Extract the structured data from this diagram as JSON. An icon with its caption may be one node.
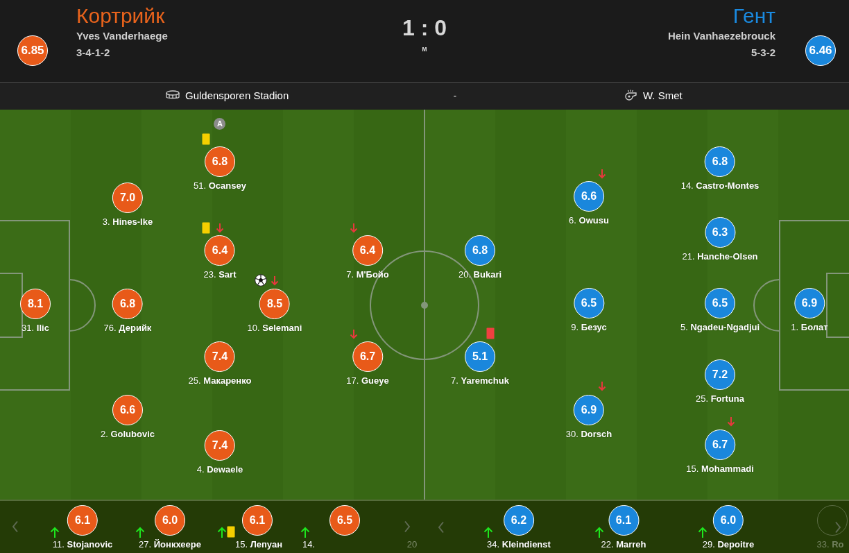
{
  "diagram": {
    "nodes": [
      {
        "text": [
          "6.85"
        ]
      },
      {
        "text": [
          "6.46"
        ]
      },
      {
        "text": [
          "8.1"
        ],
        "beside": [
          "31. **Ilic**"
        ]
      },
      {
        "text": [
          "7.0"
        ],
        "beside": [
          "3. **Hines-Ike**"
        ]
      },
      {
        "text": [
          "6.8"
        ],
        "beside": [
          "76. **Дерийк**"
        ]
      },
      {
        "text": [
          "6.6"
        ],
        "beside": [
          "2. **Golubovic**"
        ]
      },
      {
        "text": [
          "6.8"
        ],
        "beside": [
          "51. **Ocansey**",
          "A"
        ]
      },
      {
        "text": [
          "6.4"
        ],
        "beside": [
          "23. **Sart**"
        ]
      },
      {
        "text": [
          "7.4"
        ],
        "beside": [
          "25. **Макаренко**"
        ]
      },
      {
        "text": [
          "7.4"
        ],
        "beside": [
          "4. **Dewaele**"
        ]
      },
      {
        "text": [
          "8.5"
        ],
        "beside": [
          "10. **Selemani**"
        ]
      },
      {
        "text": [
          "6.4"
        ],
        "beside": [
          "7. **М'Бойо**"
        ]
      },
      {
        "text": [
          "6.7"
        ],
        "beside": [
          "17. **Gueye**"
        ]
      },
      {
        "text": [
          "6.8"
        ],
        "beside": [
          "20. **Bukari**"
        ]
      },
      {
        "text": [
          "5.1"
        ],
        "beside": [
          "7. **Yaremchuk**"
        ]
      },
      {
        "text": [
          "6.6"
        ],
        "beside": [
          "6. **Owusu**"
        ]
      },
      {
        "text": [
          "6.5"
        ],
        "beside": [
          "9. **Безус**"
        ]
      },
      {
        "text": [
          "6.9"
        ],
        "beside": [
          "30. **Dorsch**"
        ]
      },
      {
        "text": [
          "6.8"
        ],
        "beside": [
          "14. **Castro-Montes**"
        ]
      },
      {
        "text": [
          "6.3"
        ],
        "beside": [
          "21. **Hanche-Olsen**"
        ]
      },
      {
        "text": [
          "6.5"
        ],
        "beside": [
          "5. **Ngadeu-Ngadjui**"
        ]
      },
      {
        "text": [
          "7.2"
        ],
        "beside": [
          "25. **Fortuna**"
        ]
      },
      {
        "text": [
          "6.7"
        ],
        "beside": [
          "15. **Mohammadi**"
        ]
      },
      {
        "text": [
          "6.9"
        ],
        "beside": [
          "1. **Болат**"
        ]
      },
      {
        "text": [
          "6.1"
        ],
        "beside": [
          "11. **Stojanovic**"
        ]
      },
      {
        "text": [
          "6.0"
        ],
        "beside": [
          "27. **Йонкхеере**"
        ]
      },
      {
        "text": [
          "6.1"
        ],
        "beside": [
          "15. **Лепуан**"
        ]
      },
      {
        "text": [
          "6.5"
        ],
        "beside": [
          "14."
        ]
      },
      {
        "text": [
          "6.2"
        ],
        "beside": [
          "34. **Kleindienst**"
        ]
      },
      {
        "text": [
          "6.1"
        ],
        "beside": [
          "22. **Marreh**"
        ]
      },
      {
        "text": [
          "6.0"
        ],
        "beside": [
          "29. **Depoitre**"
        ]
      },
      {
        "text": [],
        "shape": "circle",
        "beside": [
          "33. **Ro**"
        ]
      }
    ],
    "labels": [
      "Кортрийк",
      "Yves Vanderhaege",
      "3-4-1-2",
      "1 : 0",
      "м",
      "Гент",
      "Hein Vanhaezebrouck",
      "5-3-2",
      "Guldensporen Stadion",
      "-",
      "W. Smet",
      "20"
    ]
  }
}
